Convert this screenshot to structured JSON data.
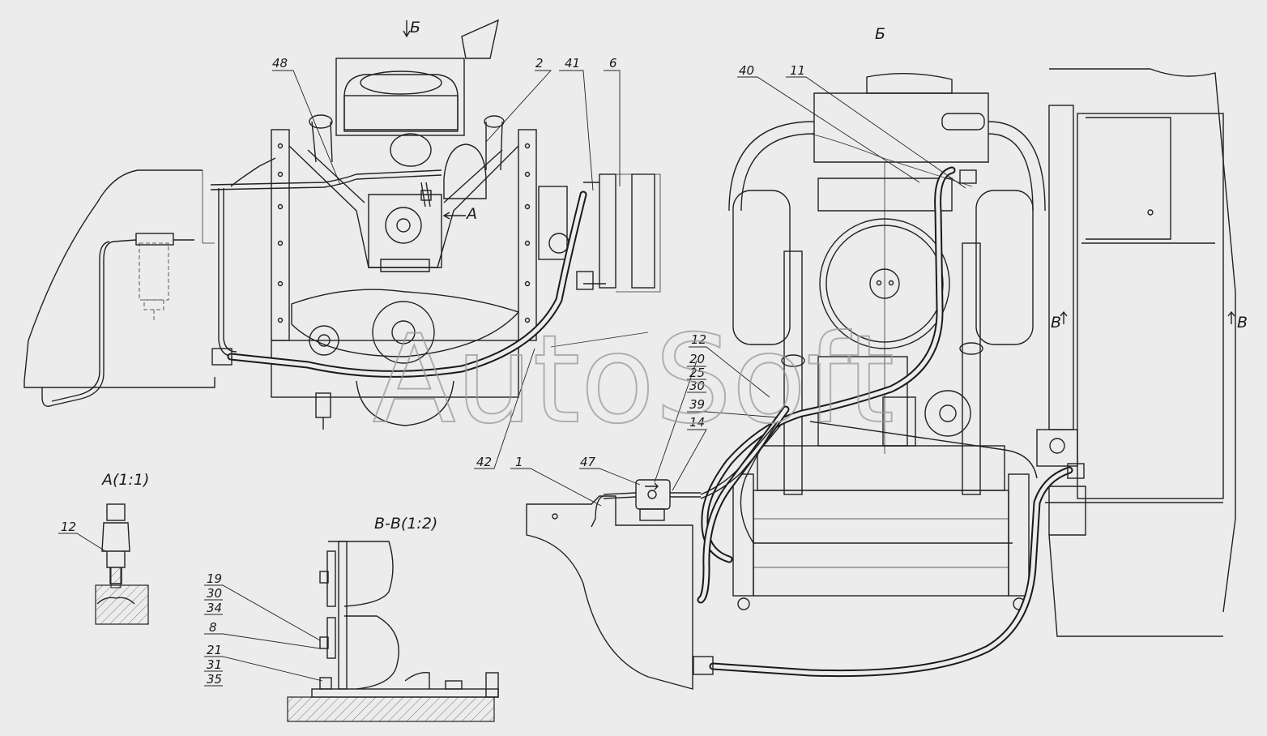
{
  "watermark": "AutoSoft",
  "views": {
    "view_b_arrow": "Б",
    "view_b_title": "Б",
    "detail_a_pointer": "А",
    "detail_a_title": "А(1:1)",
    "section_vv_title": "В-В(1:2)",
    "section_v_left": "В",
    "section_v_right": "В"
  },
  "callouts": {
    "c48": "48",
    "c2": "2",
    "c41": "41",
    "c6": "6",
    "c40": "40",
    "c11": "11",
    "c12": "12",
    "c20": "20",
    "c25": "25",
    "c30": "30",
    "c39": "39",
    "c14": "14",
    "c42": "42",
    "c1": "1",
    "c47": "47",
    "a12": "12",
    "s19": "19",
    "s30": "30",
    "s34": "34",
    "s8": "8",
    "s21": "21",
    "s31": "31",
    "s35": "35"
  },
  "colors": {
    "background": "#ececec",
    "ink": "#1a1a1a",
    "watermark": "#9a9a9a"
  }
}
